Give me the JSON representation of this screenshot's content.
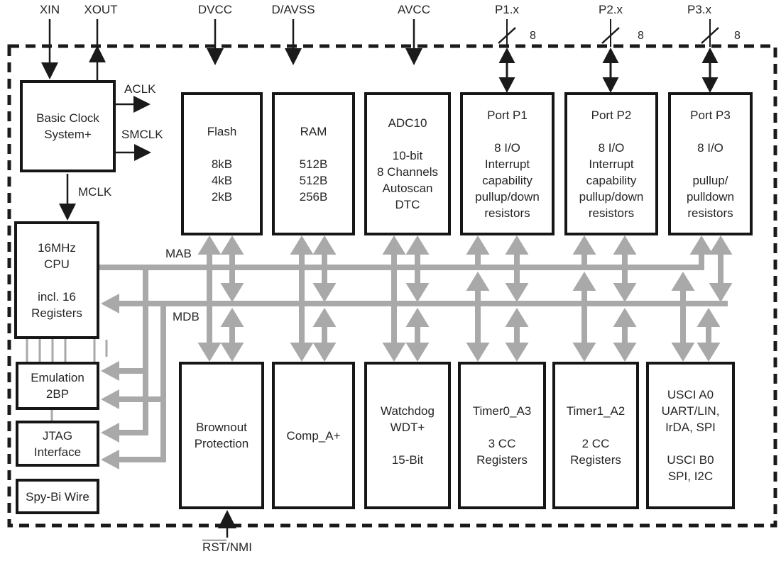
{
  "colors": {
    "bus_gray": "#a9a9a9",
    "line_black": "#1a1a1a"
  },
  "pins": {
    "xin": "XIN",
    "xout": "XOUT",
    "dvcc": "DVCC",
    "davss": "D/AVSS",
    "avcc": "AVCC",
    "p1": {
      "label": "P1.x",
      "width": "8"
    },
    "p2": {
      "label": "P2.x",
      "width": "8"
    },
    "p3": {
      "label": "P3.x",
      "width": "8"
    },
    "rst": {
      "overlined": "RST",
      "rest": "/NMI"
    }
  },
  "clocks": {
    "aclk": "ACLK",
    "smclk": "SMCLK",
    "mclk": "MCLK"
  },
  "buses": {
    "address": "MAB",
    "data": "MDB"
  },
  "blocks": {
    "basic_clock": {
      "lines": [
        "Basic Clock",
        "System+"
      ]
    },
    "flash": {
      "lines": [
        "Flash",
        "",
        "8kB",
        "4kB",
        "2kB"
      ]
    },
    "ram": {
      "lines": [
        "RAM",
        "",
        "512B",
        "512B",
        "256B"
      ]
    },
    "adc10": {
      "lines": [
        "ADC10",
        "",
        "10-bit",
        "8 Channels",
        "Autoscan",
        "DTC"
      ]
    },
    "port_p1": {
      "lines": [
        "Port P1",
        "",
        "8 I/O",
        "Interrupt",
        "capability",
        "pullup/down",
        "resistors"
      ]
    },
    "port_p2": {
      "lines": [
        "Port P2",
        "",
        "8 I/O",
        "Interrupt",
        "capability",
        "pullup/down",
        "resistors"
      ]
    },
    "port_p3": {
      "lines": [
        "Port P3",
        "",
        "8 I/O",
        "",
        "pullup/",
        "pulldown",
        "resistors"
      ]
    },
    "cpu": {
      "lines": [
        "16MHz",
        "CPU",
        "",
        "incl. 16",
        "Registers"
      ]
    },
    "emulation": {
      "lines": [
        "Emulation",
        "2BP"
      ]
    },
    "jtag": {
      "lines": [
        "JTAG",
        "Interface"
      ]
    },
    "spy_bi_wire": {
      "lines": [
        "Spy-Bi Wire"
      ]
    },
    "brownout": {
      "lines": [
        "Brownout",
        "Protection"
      ]
    },
    "comp_a": {
      "lines": [
        "Comp_A+"
      ]
    },
    "watchdog": {
      "lines": [
        "Watchdog",
        "WDT+",
        "",
        "15-Bit"
      ]
    },
    "timer0_a3": {
      "lines": [
        "Timer0_A3",
        "",
        "3 CC",
        "Registers"
      ]
    },
    "timer1_a2": {
      "lines": [
        "Timer1_A2",
        "",
        "2 CC",
        "Registers"
      ]
    },
    "usci": {
      "lines": [
        "USCI A0",
        "UART/LIN,",
        "IrDA, SPI",
        "",
        "USCI B0",
        "SPI, I2C"
      ]
    }
  }
}
